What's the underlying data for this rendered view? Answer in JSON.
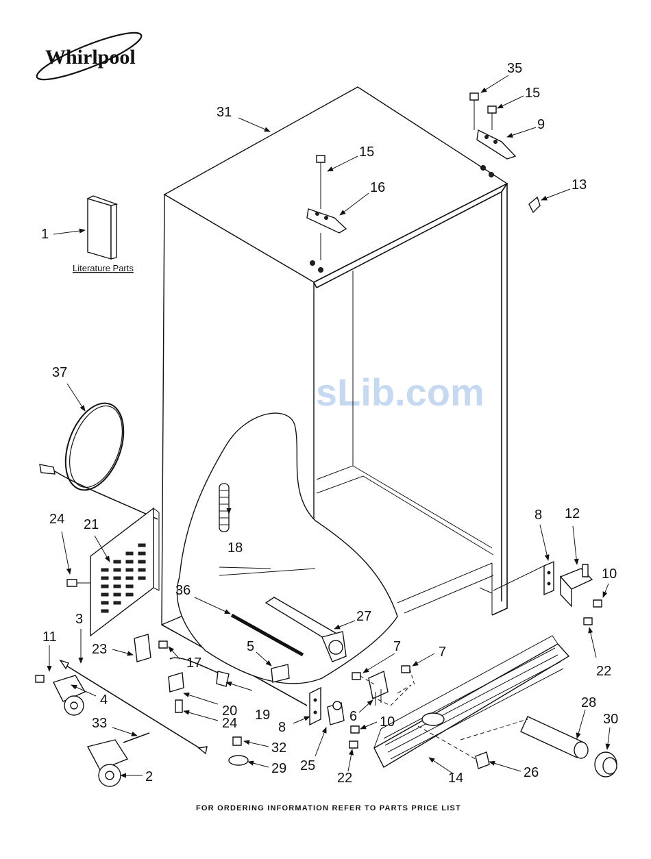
{
  "brand": {
    "name": "Whirlpool"
  },
  "watermark": "ManualsLib.com",
  "literature_label": "Literature Parts",
  "footer": "FOR ORDERING INFORMATION REFER TO PARTS PRICE LIST",
  "callouts": {
    "c31": "31",
    "c35": "35",
    "c15a": "15",
    "c9": "9",
    "c15b": "15",
    "c16": "16",
    "c13": "13",
    "c1": "1",
    "c37": "37",
    "c8a": "8",
    "c12": "12",
    "c10a": "10",
    "c24a": "24",
    "c21": "21",
    "c18": "18",
    "c36": "36",
    "c27": "27",
    "c3": "3",
    "c11": "11",
    "c23": "23",
    "c5": "5",
    "c7a": "7",
    "c7b": "7",
    "c22a": "22",
    "c17": "17",
    "c4": "4",
    "c20": "20",
    "c19": "19",
    "c24b": "24",
    "c8b": "8",
    "c6": "6",
    "c10b": "10",
    "c28": "28",
    "c30": "30",
    "c33": "33",
    "c32": "32",
    "c25": "25",
    "c26": "26",
    "c2": "2",
    "c29": "29",
    "c22b": "22",
    "c14": "14"
  }
}
